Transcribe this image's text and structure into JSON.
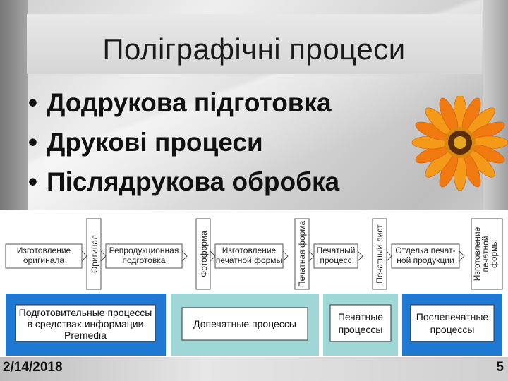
{
  "slide": {
    "title": "Поліграфічні процеси",
    "bullets": [
      "Додрукова підготовка",
      "Друкові процеси",
      "Післядрукова обробка"
    ],
    "date": "2/14/2018",
    "page_number": "5"
  },
  "diagram": {
    "process_boxes": [
      {
        "lines": [
          "Изготовление",
          "оригинала"
        ]
      },
      {
        "lines": [
          "Репродукционная",
          "подготовка"
        ]
      },
      {
        "lines": [
          "Изготовление",
          "печатной формы"
        ]
      },
      {
        "lines": [
          "Печатный",
          "процесс"
        ]
      },
      {
        "lines": [
          "Отделка печат-",
          "ной продукции"
        ]
      }
    ],
    "vertical_labels": [
      {
        "lines": [
          "Оригинал"
        ]
      },
      {
        "lines": [
          "Фотоформа"
        ]
      },
      {
        "lines": [
          "Печатная форма"
        ]
      },
      {
        "lines": [
          "Печатный лист"
        ]
      },
      {
        "lines": [
          "Изготовление",
          "печатной",
          "формы"
        ]
      }
    ],
    "stage_boxes": [
      {
        "lines": [
          "Подготовительные процессы",
          "в средствах информации",
          "Premedia"
        ],
        "color": "#1f78d1"
      },
      {
        "lines": [
          "Допечатные процессы"
        ],
        "color": "#9fd7d7"
      },
      {
        "lines": [
          "Печатные",
          "процессы"
        ],
        "color": "#9fd7d7"
      },
      {
        "lines": [
          "Послепечатные",
          "процессы"
        ],
        "color": "#1f78d1"
      }
    ]
  }
}
